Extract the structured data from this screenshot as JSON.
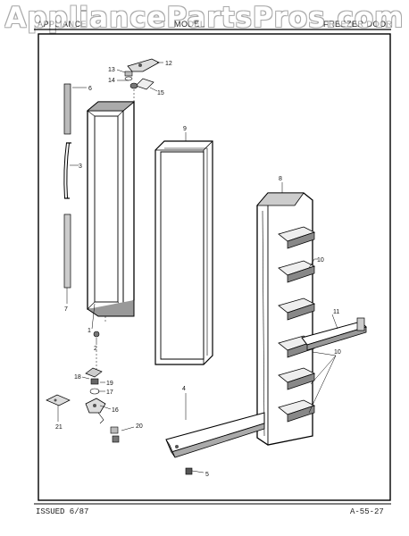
{
  "header": {
    "left_text": "APPLIANCE",
    "center_text": "MODEL",
    "right_text": "FREEZER DOOR"
  },
  "watermark": "AppliancePartsPros.com",
  "footer": {
    "issued": "ISSUED 6/87",
    "page_code": "A-55-27"
  },
  "parts": {
    "p1": "1",
    "p2": "2",
    "p3": "3",
    "p4": "4",
    "p5": "5",
    "p6": "6",
    "p7": "7",
    "p8": "8",
    "p9": "9",
    "p10a": "10",
    "p10b": "10",
    "p11": "11",
    "p12": "12",
    "p13": "13",
    "p14": "14",
    "p15": "15",
    "p16": "16",
    "p17": "17",
    "p18": "18",
    "p19": "19",
    "p20": "20",
    "p21": "21"
  },
  "colors": {
    "ink": "#1a1a1a",
    "frame": "#000000",
    "shade": "#8c8c8c"
  }
}
